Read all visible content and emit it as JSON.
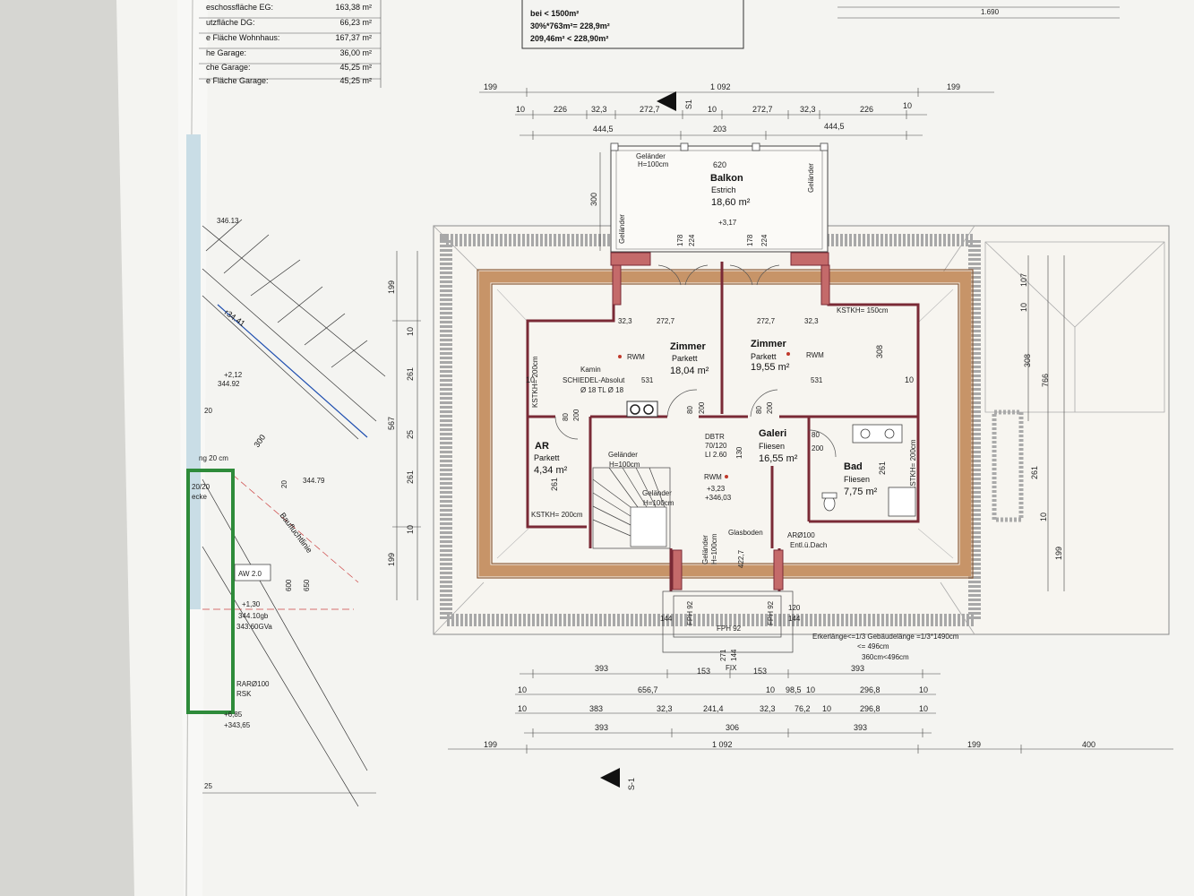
{
  "area_table": [
    {
      "label": "eschossfläche EG:",
      "value": "163,38 m²"
    },
    {
      "label": "utzfläche DG:",
      "value": "66,23 m²"
    },
    {
      "label": "e Fläche Wohnhaus:",
      "value": "167,37 m²"
    },
    {
      "label": "he Garage:",
      "value": "36,00 m²"
    },
    {
      "label": "che Garage:",
      "value": "45,25 m²"
    },
    {
      "label": "e Fläche Garage:",
      "value": "45,25 m²"
    }
  ],
  "rule_box": {
    "line1": "bei < 1500m²",
    "line2": "30%*763m²= 228,9m²",
    "line3": "209,46m² < 228,90m²"
  },
  "top_right_dim": "1.690",
  "section_top": "S1",
  "section_bottom": "S-1",
  "dims_top": {
    "r1": [
      "199",
      "1 092",
      "199"
    ],
    "r2": [
      "10",
      "226",
      "32,3",
      "272,7",
      "10",
      "272,7",
      "32,3",
      "226",
      "10"
    ],
    "r3": [
      "444,5",
      "203",
      "444,5"
    ]
  },
  "dims_bottom": {
    "r1": [
      "393",
      "153",
      "153",
      "393"
    ],
    "r2": [
      "10",
      "656,7",
      "10",
      "98,5",
      "10",
      "296,8",
      "10"
    ],
    "r3": [
      "10",
      "383",
      "32,3",
      "241,4",
      "32,3",
      "76,2",
      "10",
      "296,8",
      "10"
    ],
    "r4": [
      "393",
      "306",
      "393"
    ],
    "r5": [
      "199",
      "1 092",
      "199",
      "400"
    ]
  },
  "dims_left": [
    "199",
    "10",
    "261",
    "567",
    "25",
    "261",
    "10",
    "199"
  ],
  "dims_right": [
    "107",
    "10",
    "308",
    "766",
    "261",
    "10",
    "199"
  ],
  "rooms": {
    "balkon": {
      "name": "Balkon",
      "floor": "Estrich",
      "area": "18,60 m²",
      "width": "620",
      "depth": "300",
      "level": "+3,17"
    },
    "zimmer1": {
      "name": "Zimmer",
      "floor": "Parkett",
      "area": "18,04 m²"
    },
    "zimmer2": {
      "name": "Zimmer",
      "floor": "Parkett",
      "area": "19,55 m²"
    },
    "ar": {
      "name": "AR",
      "floor": "Parkett",
      "area": "4,34 m²"
    },
    "galeri": {
      "name": "Galeri",
      "floor": "Fliesen",
      "area": "16,55 m²"
    },
    "bad": {
      "name": "Bad",
      "floor": "Fliesen",
      "area": "7,75 m²"
    }
  },
  "labels": {
    "gelaender": "Geländer",
    "h100": "H=100cm",
    "kamin": "Kamin",
    "schiedel": "SCHIEDEL-Absolut",
    "schiedel_dim": "Ø 18 TL Ø 18",
    "rwm": "RWM",
    "kstkh150": "KSTKH= 150cm",
    "kstkh200": "KSTKH= 200cm",
    "dbtr": "DBTR",
    "dbtr2": "70/120",
    "dbtr3": "LI 2.60",
    "level_galeri1": "+3,23",
    "level_galeri2": "+346,03",
    "glasboden": "Glasboden",
    "ar100": "ARØ100",
    "entl": "Entl.ü.Dach",
    "fph92": "FPH 92",
    "fix": "FIX",
    "erker1": "Erkerlänge<=1/3 Gebäudelänge =1/3*1490cm",
    "erker2": "<= 496cm",
    "erker3": "360cm<496cm",
    "d531": "531",
    "d3227": "32,3",
    "d2727": "272,7",
    "d80": "80",
    "d200": "200",
    "d178": "178",
    "d224": "224",
    "d4227": "422,7",
    "d271": "271",
    "d144": "144",
    "d120": "120",
    "d130": "130"
  },
  "site": {
    "p1": "346.13",
    "p2": "r34.41",
    "p3": "+2,12",
    "p4": "344.92",
    "p5": "20",
    "p6": "300",
    "p7": "344.79",
    "p8": "20",
    "p9": "Baufluchtlinie",
    "p10": "AW 2.0",
    "p11": "+1,30",
    "p12": "344.10gb",
    "p13": "343.60GVa",
    "p14": "600",
    "p15": "650",
    "p16": "RARØ100",
    "p17": "RSK",
    "p18": "+6,85",
    "p19": "+343,65",
    "p20": "25",
    "p21": "20/20",
    "p22": "ecke",
    "p23": "ng 20 cm"
  }
}
